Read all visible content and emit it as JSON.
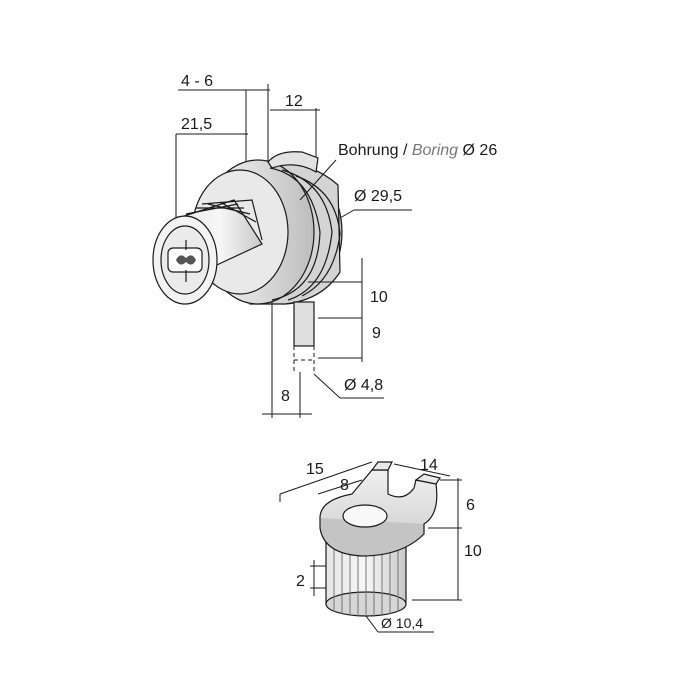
{
  "lock": {
    "dim_4_6": "4 - 6",
    "dim_12": "12",
    "dim_21_5": "21,5",
    "bore_prefix": "Bohrung / ",
    "bore_italic": "Boring",
    "bore_suffix": " Ø 26",
    "dim_29_5": "Ø 29,5",
    "dim_10": "10",
    "dim_9": "9",
    "dim_8": "8",
    "dim_4_8": "Ø 4,8"
  },
  "cam": {
    "dim_15": "15",
    "dim_14": "14",
    "dim_8": "8",
    "dim_6": "6",
    "dim_10": "10",
    "dim_2": "2",
    "dim_10_4": "Ø 10,4"
  }
}
